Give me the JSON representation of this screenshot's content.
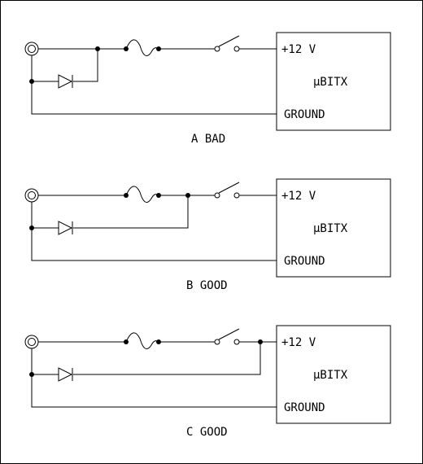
{
  "colors": {
    "line": "#000000",
    "background": "#ffffff"
  },
  "panels": [
    {
      "id": "a",
      "terminal_positive": "+12 V",
      "device_name": "µBITX",
      "terminal_ground": "GROUND",
      "caption": "A BAD"
    },
    {
      "id": "b",
      "terminal_positive": "+12 V",
      "device_name": "µBITX",
      "terminal_ground": "GROUND",
      "caption": "B GOOD"
    },
    {
      "id": "c",
      "terminal_positive": "+12 V",
      "device_name": "µBITX",
      "terminal_ground": "GROUND",
      "caption": "C GOOD"
    }
  ]
}
